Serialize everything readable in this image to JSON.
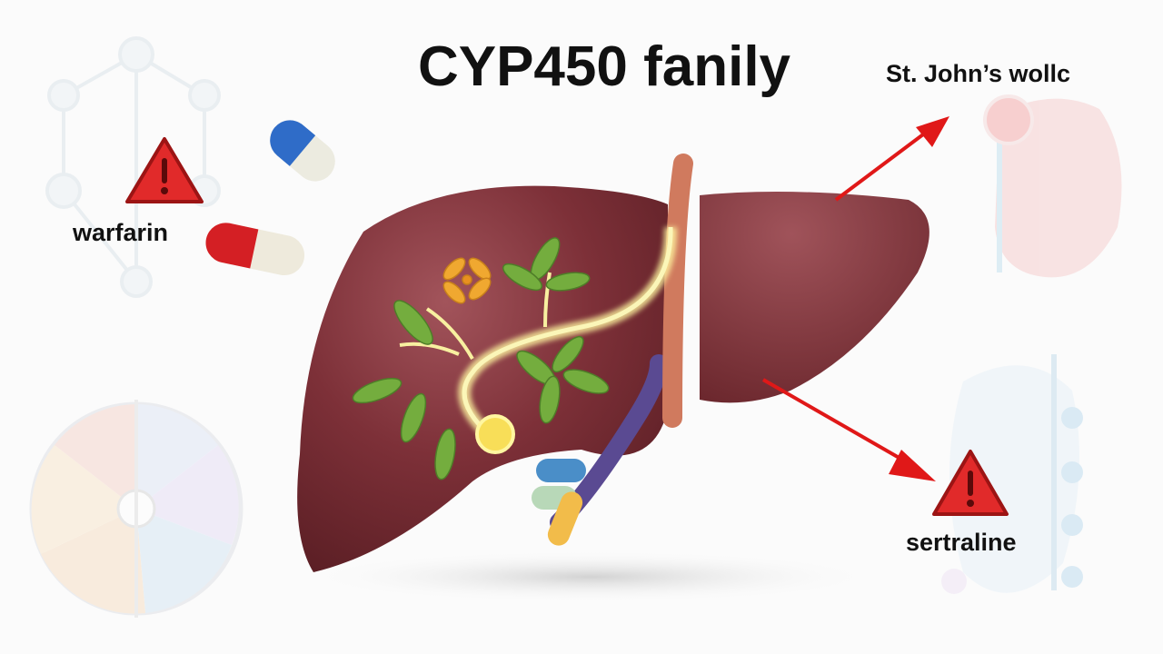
{
  "title": "CYP450 fanily",
  "herb_label": "St. John’s wollc",
  "interactions": [
    {
      "drug": "warfarin",
      "icon": "warning-triangle-icon",
      "position": "left"
    },
    {
      "drug": "sertraline",
      "icon": "warning-triangle-icon",
      "position": "bottom-right"
    }
  ],
  "colors": {
    "liver": "#7a2e34",
    "liver_highlight": "#9a4a52",
    "arrow": "#e01818",
    "warning": "#e12a2a",
    "bile_glow": "#f5f08a",
    "leaf": "#6aa83a"
  }
}
